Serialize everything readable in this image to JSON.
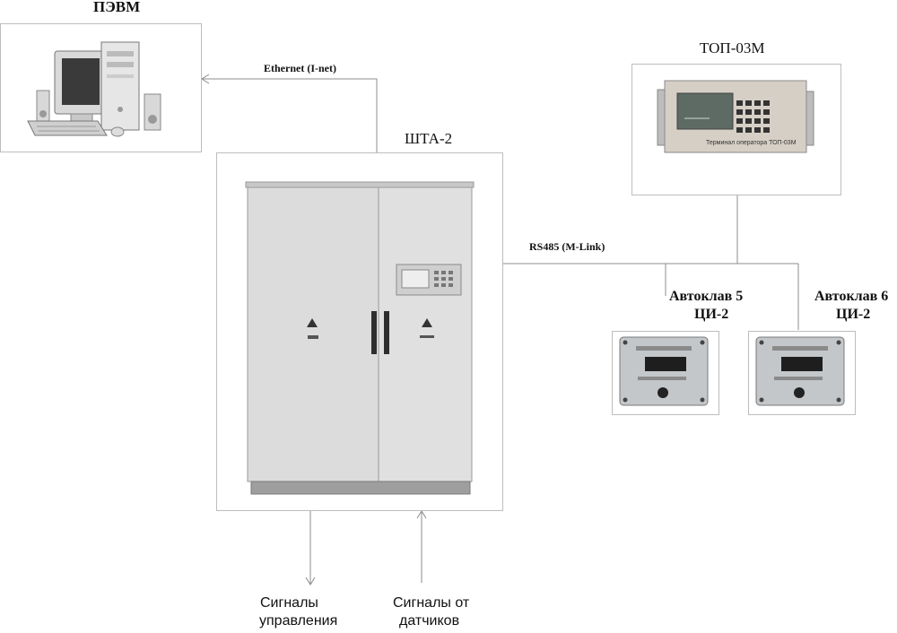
{
  "nodes": {
    "pc": {
      "title": "ПЭВМ"
    },
    "cabinet": {
      "title": "ШТА-2"
    },
    "terminal": {
      "title": "ТОП-03М",
      "panel_caption": "Терминал оператора  ТОП-03М"
    },
    "autoclave5": {
      "title_line1": "Автоклав 5",
      "title_line2": "ЦИ-2"
    },
    "autoclave6": {
      "title_line1": "Автоклав 6",
      "title_line2": "ЦИ-2"
    }
  },
  "links": {
    "ethernet": "Ethernet (I-net)",
    "rs485": "RS485 (M-Link)"
  },
  "signals": {
    "control_line1": "Сигналы",
    "control_line2": "управления",
    "sensors_line1": "Сигналы от",
    "sensors_line2": "датчиков"
  },
  "colors": {
    "line": "#8c8c8c",
    "box_border": "#bdbdbd",
    "cabinet_body": "#dcdcdc"
  }
}
